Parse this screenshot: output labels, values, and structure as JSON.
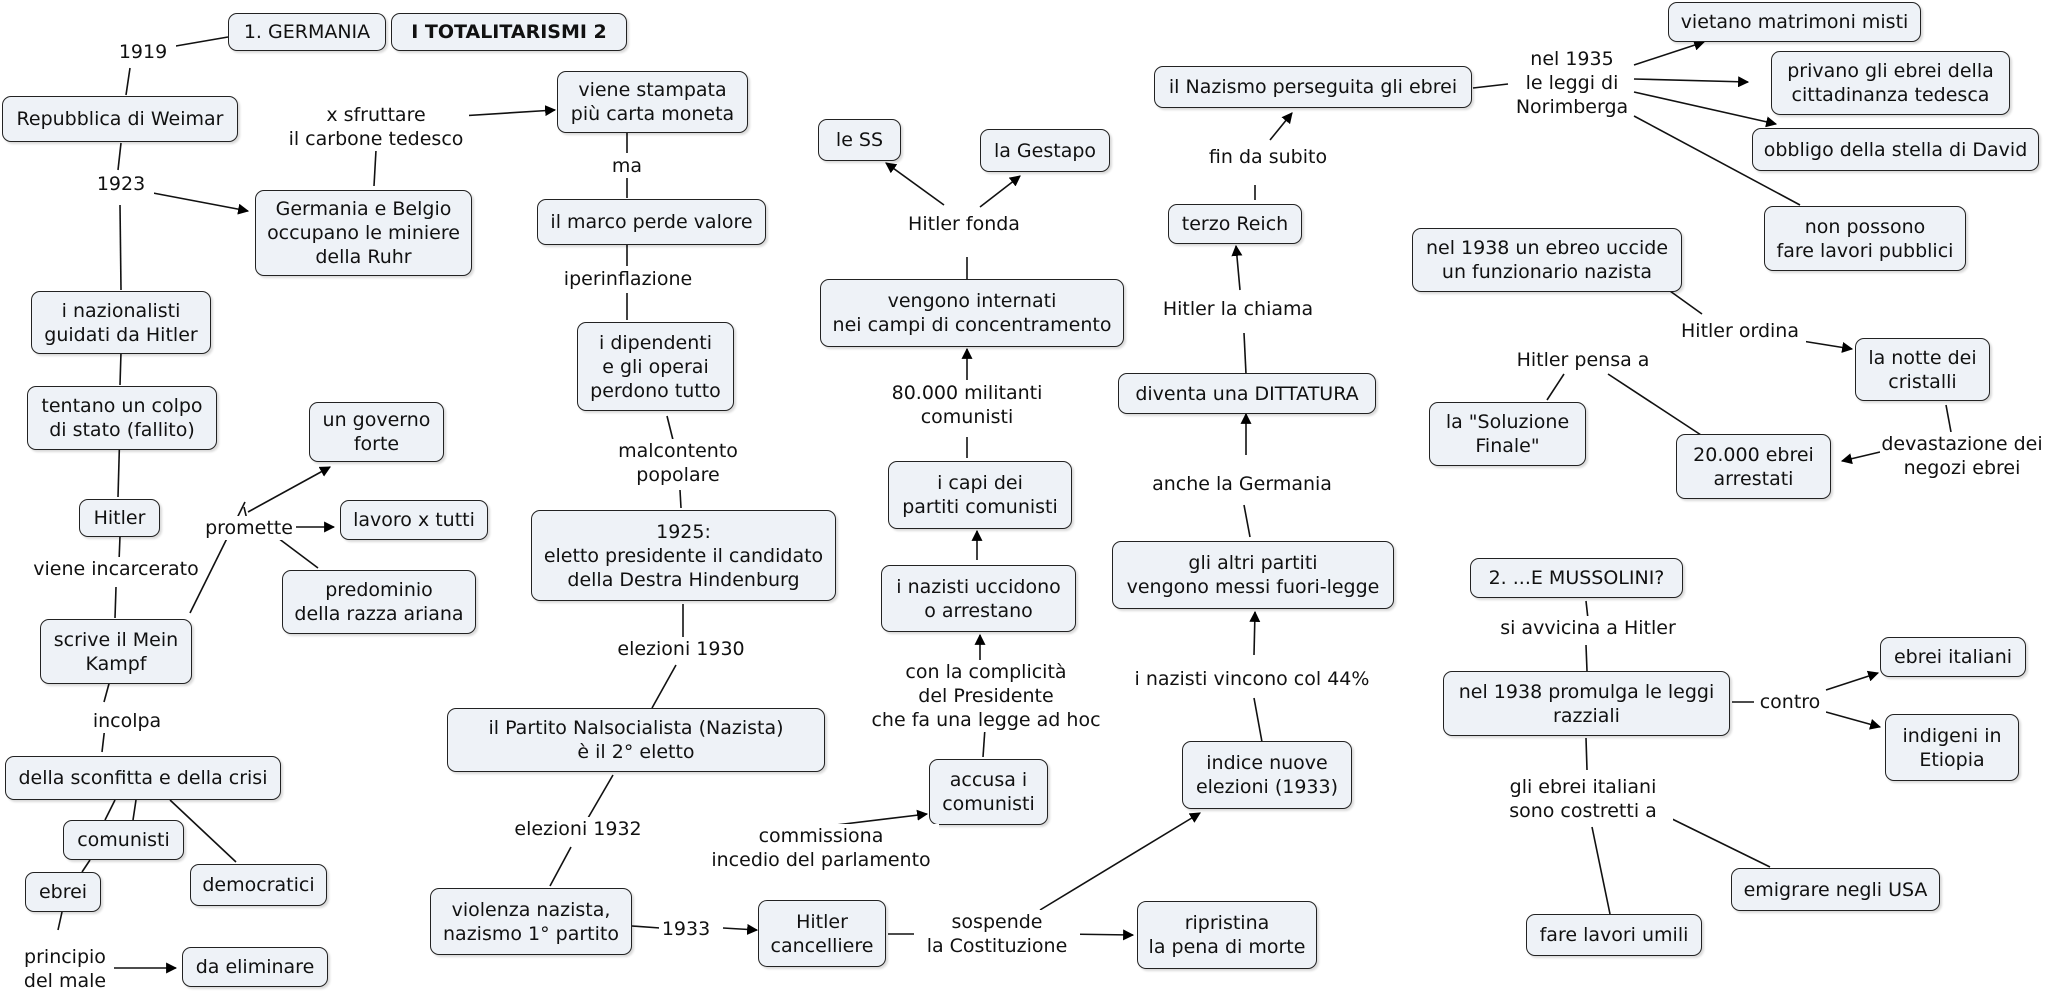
{
  "nodes": {
    "n_germania": "1. GERMANIA",
    "n_title": "I TOTALITARISMI 2",
    "n_weimar": "Repubblica di Weimar",
    "n_stampata": "viene stampata\npiù carta moneta",
    "n_ruhr": "Germania e Belgio\noccupano le miniere\ndella Ruhr",
    "n_marco": "il marco perde valore",
    "n_dipendenti": "i dipendenti\ne gli operai\nperdono tutto",
    "n_nazionalisti": "i nazionalisti\nguidati da Hitler",
    "n_colpo": "tentano un colpo\ndi stato (fallito)",
    "n_hitler": "Hitler",
    "n_governo": "un governo\nforte",
    "n_lavoro": "lavoro x tutti",
    "n_razza": "predominio\ndella razza ariana",
    "n_meinkampf": "scrive il Mein\nKampf",
    "n_sconfitta": "della sconfitta e della crisi",
    "n_comunisti": "comunisti",
    "n_ebrei": "ebrei",
    "n_democratici": "democratici",
    "n_eliminare": "da eliminare",
    "n_1925": "1925:\neletto presidente il candidato\ndella Destra Hindenburg",
    "n_partito": "il Partito Nalsocialista (Nazista)\nè il 2° eletto",
    "n_violenza": "violenza nazista,\nnazismo 1° partito",
    "n_cancelliere": "Hitler\ncancelliere",
    "n_ripristina": "ripristina\nla pena di morte",
    "n_accusa": "accusa i\ncomunisti",
    "n_uccidono": "i nazisti uccidono\no arrestano",
    "n_capi": "i capi dei\npartiti comunisti",
    "n_internati": "vengono internati\nnei campi di concentramento",
    "n_ss": "le SS",
    "n_gestapo": "la Gestapo",
    "n_indice": "indice nuove\nelezioni (1933)",
    "n_partiti": "gli altri partiti\nvengono messi fuori-legge",
    "n_dittatura": "diventa una DITTATURA",
    "n_reich": "terzo Reich",
    "n_perseguita": "il Nazismo perseguita gli ebrei",
    "n_vietano": "vietano matrimoni misti",
    "n_privano": "privano gli ebrei della\ncittadinanza tedesca",
    "n_stella": "obbligo della stella di David",
    "n_pubblici": "non possono\nfare lavori pubblici",
    "n_1938ebreo": "nel 1938 un ebreo uccide\nun funzionario nazista",
    "n_cristalli": "la notte dei\ncristalli",
    "n_soluzione": "la \"Soluzione\nFinale\"",
    "n_arrestati": "20.000 ebrei\narrestati",
    "n_mussolini": "2. ...E MUSSOLINI?",
    "n_leggi": "nel 1938 promulga le leggi\nrazziali",
    "n_ebreiitaliani": "ebrei italiani",
    "n_indigeni": "indigeni in\nEtiopia",
    "n_emigrare": "emigrare negli USA",
    "n_umili": "fare lavori umili"
  },
  "labels": {
    "l_1919": "1919",
    "l_1923": "1923",
    "l_sfruttare": "x  sfruttare\nil carbone tedesco",
    "l_ma": "ma",
    "l_iperinflazione": "iperinflazione",
    "l_malcontento": "malcontento\npopolare",
    "l_promette": "promette",
    "l_incarcerato": "viene incarcerato",
    "l_incolpa": "incolpa",
    "l_principio": "principio\ndel male",
    "l_elezioni1930": "elezioni 1930",
    "l_elezioni1932": "elezioni 1932",
    "l_1933": "1933",
    "l_commissiona": "commissiona\nincedio del parlamento",
    "l_sospende": "sospende\nla Costituzione",
    "l_complicita": "con la complicità\ndel Presidente\nche fa una legge ad hoc",
    "l_militanti": "80.000 militanti\ncomunisti",
    "l_fonda": "Hitler fonda",
    "l_vincono": "i nazisti vincono col 44%",
    "l_anche": "anche la Germania",
    "l_chiama": "Hitler la chiama",
    "l_subito": "fin da subito",
    "l_norimberga": "nel 1935\nle leggi di\nNorimberga",
    "l_ordina": "Hitler ordina",
    "l_pensa": "Hitler pensa a",
    "l_devastazione": "devastazione dei\nnegozi ebrei",
    "l_avvicina": "si avvicina a Hitler",
    "l_contro": "contro",
    "l_costretti": "gli ebrei italiani\nsono costretti a"
  }
}
